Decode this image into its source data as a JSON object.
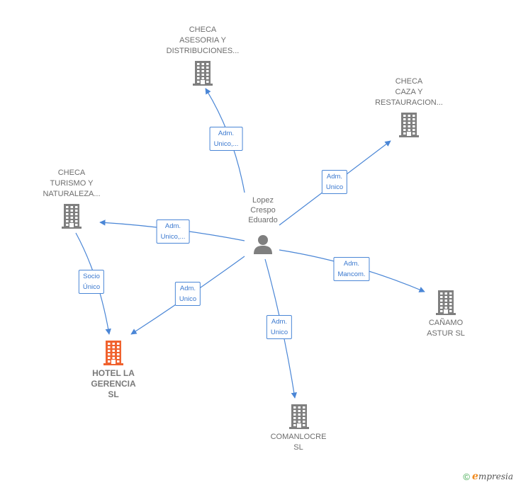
{
  "center": {
    "name_lines": [
      "Lopez",
      "Crespo",
      "Eduardo"
    ]
  },
  "nodes": [
    {
      "id": "checa-asesoria",
      "lines": [
        "CHECA",
        "ASESORIA Y",
        "DISTRIBUCIONES..."
      ]
    },
    {
      "id": "checa-caza",
      "lines": [
        "CHECA",
        "CAZA Y",
        "RESTAURACION..."
      ]
    },
    {
      "id": "checa-turismo",
      "lines": [
        "CHECA",
        "TURISMO Y",
        "NATURALEZA..."
      ]
    },
    {
      "id": "canamo-astur",
      "lines": [
        "CAÑAMO",
        "ASTUR SL"
      ]
    },
    {
      "id": "hotel-la-gerencia",
      "lines": [
        "HOTEL LA",
        "GERENCIA",
        "SL"
      ]
    },
    {
      "id": "comanlocre",
      "lines": [
        "COMANLOCRE",
        "SL"
      ]
    }
  ],
  "edges": [
    {
      "id": "to-checa-asesoria",
      "lines": [
        "Adm.",
        "Unico,..."
      ]
    },
    {
      "id": "to-checa-caza",
      "lines": [
        "Adm.",
        "Unico"
      ]
    },
    {
      "id": "to-checa-turismo",
      "lines": [
        "Adm.",
        "Unico,..."
      ]
    },
    {
      "id": "to-canamo-astur",
      "lines": [
        "Adm.",
        "Mancom."
      ]
    },
    {
      "id": "to-hotel",
      "lines": [
        "Adm.",
        "Unico"
      ]
    },
    {
      "id": "to-comanlocre",
      "lines": [
        "Adm.",
        "Unico"
      ]
    },
    {
      "id": "turismo-to-hotel",
      "lines": [
        "Socio",
        "Único"
      ]
    }
  ],
  "footer": {
    "copyright": "©",
    "brand_first": "e",
    "brand_rest": "mpresia"
  },
  "colors": {
    "edge": "#4a86d6",
    "building": "#7f7f7f",
    "highlight": "#f0622e"
  }
}
